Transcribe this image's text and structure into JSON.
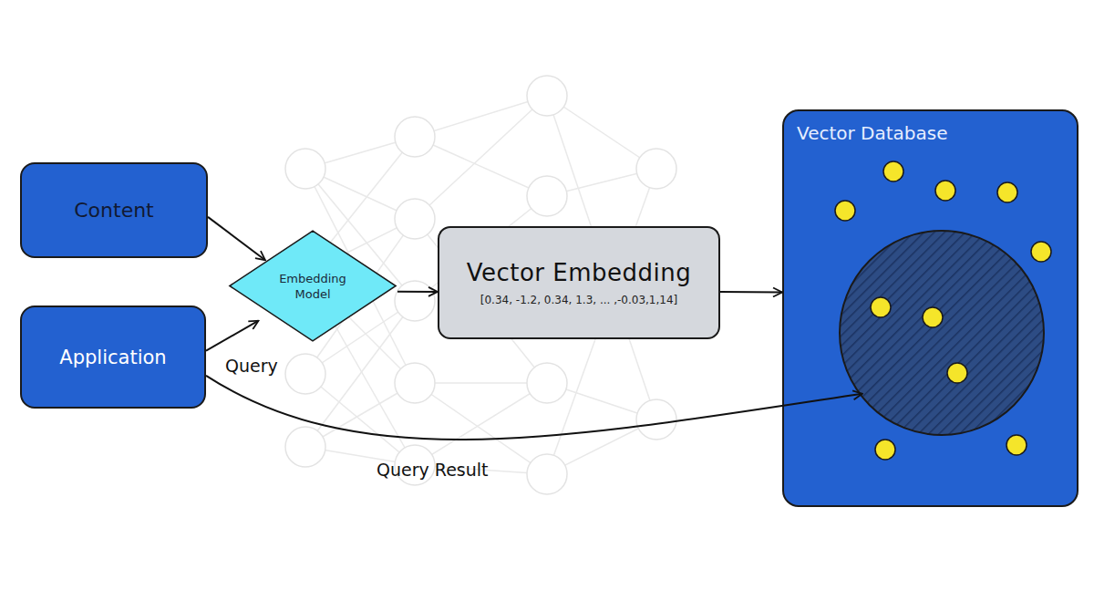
{
  "diagram": {
    "nodes": [
      {
        "text": [
          "Content"
        ]
      },
      {
        "text": [
          "Application"
        ]
      },
      {
        "text": [
          "Embedding Model"
        ]
      },
      {
        "text": [
          "Vector Embedding",
          "[0.34, -1.2, 0.34, 1.3, ... ,-0.03,1,14]"
        ]
      },
      {
        "text": [
          "Vector Database"
        ]
      }
    ],
    "edges": [
      {
        "from": 0,
        "to": 2,
        "arrow": "to"
      },
      {
        "from": 1,
        "to": 2,
        "label": "Query",
        "arrow": "to"
      },
      {
        "from": 2,
        "to": 3,
        "arrow": "to"
      },
      {
        "from": 3,
        "to": 4,
        "arrow": "to"
      },
      {
        "from": 1,
        "to": 4,
        "label": "Query Result",
        "arrow": "to"
      }
    ]
  }
}
